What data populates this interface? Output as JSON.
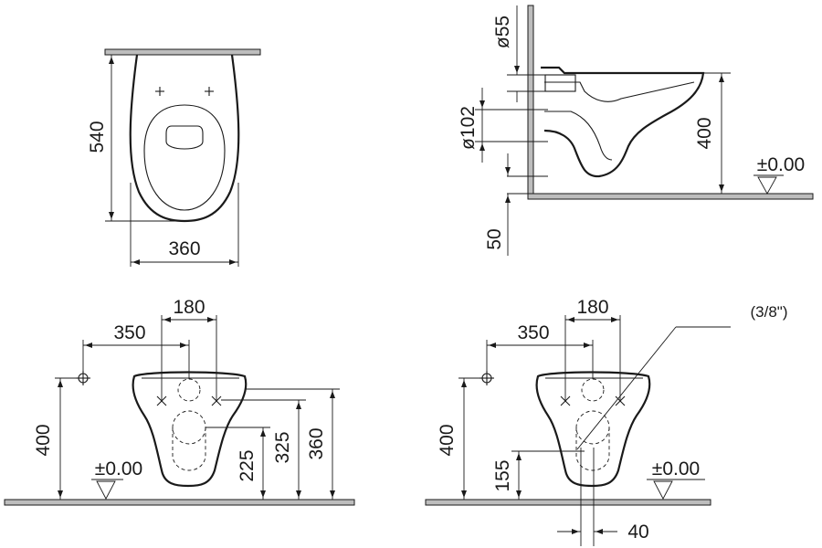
{
  "top_view": {
    "depth": "540",
    "width": "360"
  },
  "side_view": {
    "supply_diameter": "ø55",
    "outlet_diameter": "ø102",
    "height": "400",
    "level": "±0.00",
    "bottom_offset": "50"
  },
  "front_view_left": {
    "bolt_spacing": "180",
    "supply_offset": "350",
    "supply_height": "400",
    "level": "±0.00",
    "outlet_height": "225",
    "bolt_height": "325",
    "top_height": "360"
  },
  "front_view_right": {
    "bolt_spacing": "180",
    "supply_offset": "350",
    "supply_height": "400",
    "level": "±0.00",
    "thread": "(3/8\")",
    "hole_height": "155",
    "hole_spacing": "40"
  }
}
